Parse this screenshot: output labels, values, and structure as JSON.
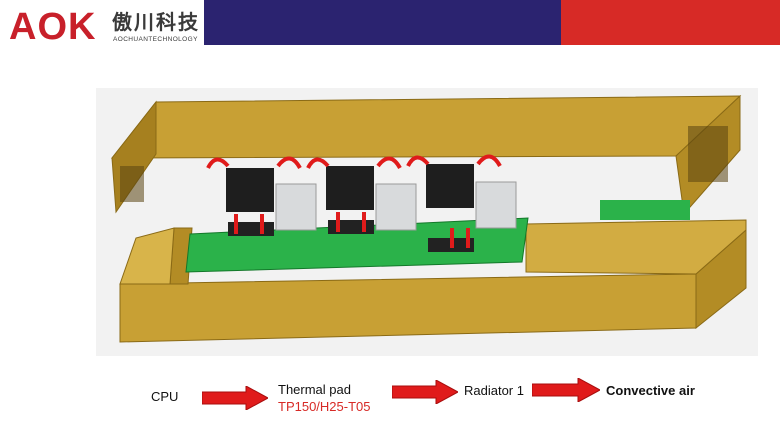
{
  "header": {
    "logo_letters": "AOK",
    "company_cn": "傲川科技",
    "company_en": "AOCHUANTECHNOLOGY",
    "colors": {
      "brand_red": "#d72a26",
      "band_blue": "#2b2370"
    }
  },
  "flow": {
    "step1": "CPU",
    "step2": "Thermal pad",
    "step2_sub": "TP150/H25-T05",
    "step3": "Radiator 1",
    "step4": "Convective air",
    "arrow_color": "#e01b1b"
  }
}
